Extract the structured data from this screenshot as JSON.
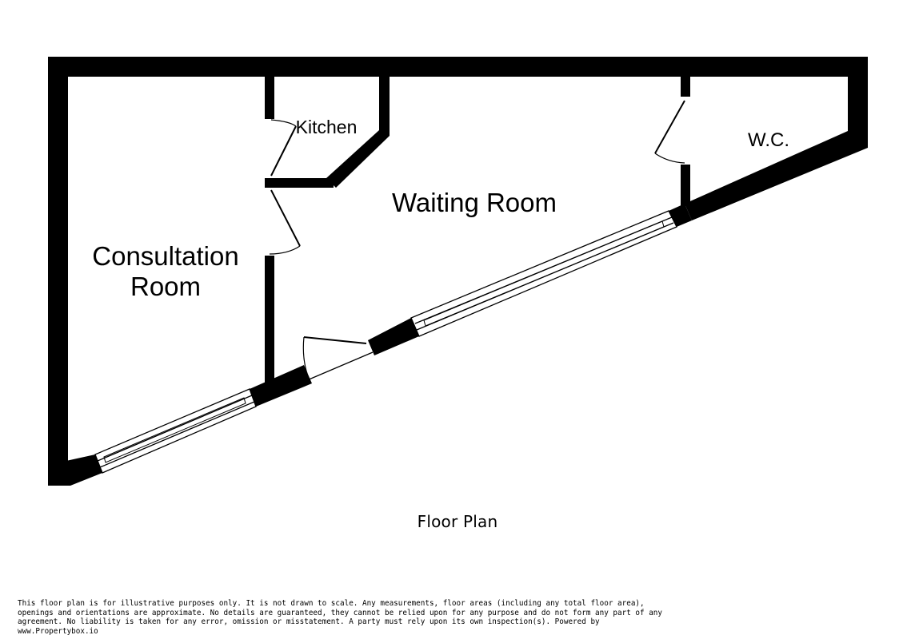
{
  "colors": {
    "wall": "#000000",
    "background": "#ffffff"
  },
  "rooms": {
    "kitchen": "Kitchen",
    "waiting_room": "Waiting Room",
    "wc": "W.C.",
    "consultation_line1": "Consultation",
    "consultation_line2": "Room"
  },
  "caption": "Floor Plan",
  "disclaimer": "This floor plan is for illustrative purposes only. It is not drawn to scale. Any measurements, floor areas (including any total floor area), openings and orientations are approximate. No details are guaranteed, they cannot be relied upon for any purpose and do not form any part of any agreement. No liability is taken for any error, omission or misstatement. A party must rely upon its own inspection(s). Powered by www.Propertybox.io"
}
